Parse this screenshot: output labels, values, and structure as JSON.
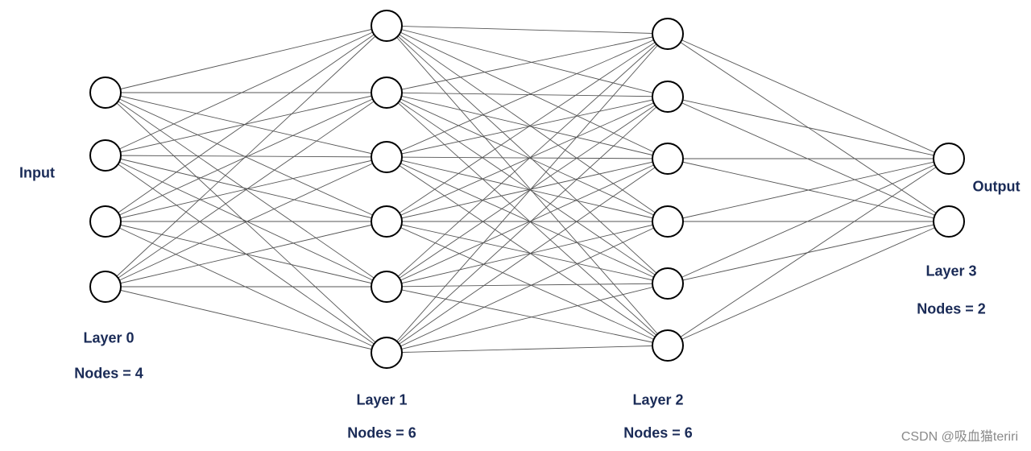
{
  "diagram": {
    "type": "fully-connected neural network",
    "colors": {
      "node_stroke": "#000000",
      "node_fill": "#ffffff",
      "edge": "#555555",
      "label": "#1a2b57",
      "watermark": "#8a8a8a"
    },
    "side_labels": {
      "input": "Input",
      "output": "Output"
    },
    "layers": [
      {
        "id": "layer-0",
        "name": "Layer 0",
        "nodes_text": "Nodes = 4",
        "node_count": 4
      },
      {
        "id": "layer-1",
        "name": "Layer 1",
        "nodes_text": "Nodes = 6",
        "node_count": 6
      },
      {
        "id": "layer-2",
        "name": "Layer 2",
        "nodes_text": "Nodes = 6",
        "node_count": 6
      },
      {
        "id": "layer-3",
        "name": "Layer 3",
        "nodes_text": "Nodes = 2",
        "node_count": 2
      }
    ],
    "watermark": "CSDN @吸血猫teriri"
  }
}
